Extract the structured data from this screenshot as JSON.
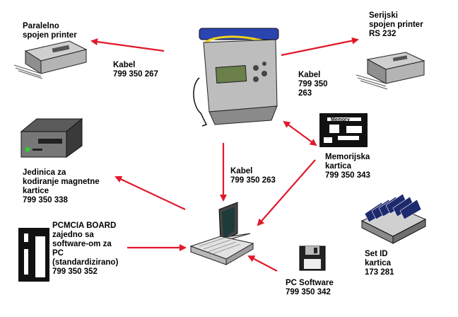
{
  "labels": {
    "parallel_printer": "Paralelno\nspojen printer",
    "cable_parallel": "Kabel\n799 350 267",
    "serial_printer": "Serijski\nspojen printer\nRS 232",
    "cable_serial": "Kabel\n799 350\n263",
    "magnetic_encoder": "Jedinica za\nkodiranje magnetne\nkartice\n799 350 338",
    "memory_card": "Memorijska\nkartica\n799 350 343",
    "cable_pc": "Kabel\n799 350 263",
    "pcmcia_board": "PCMCIA BOARD\nzajedno sa\nsoftware-om za\nPC\n(standardizirano)\n799 350 352",
    "set_id_cards": "Set ID\nkartica\n173 281",
    "pc_software": "PC Software\n799 350 342",
    "memory_card_text": "Memory",
    "pcmcia_letters": [
      "P",
      "C",
      "M",
      "C"
    ]
  },
  "colors": {
    "arrow": "#e0192b",
    "device_gray": "#9a9a9a",
    "machine_blue": "#2a44b0",
    "machine_yellow": "#f2d21b"
  },
  "icons": [
    "parallel-printer-icon",
    "serial-printer-icon",
    "welding-machine-icon",
    "magnetic-encoder-icon",
    "memory-card-icon",
    "laptop-icon",
    "pcmcia-board-icon",
    "id-card-set-icon",
    "floppy-disk-icon"
  ]
}
